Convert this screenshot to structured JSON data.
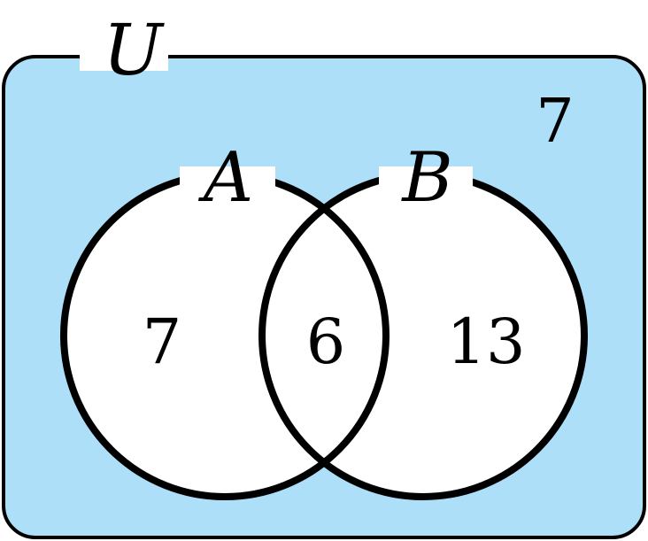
{
  "universe": {
    "label": "U",
    "outside_value": "7",
    "fill_color": "#addff8",
    "stroke_color": "#000000"
  },
  "sets": {
    "a": {
      "label": "A",
      "only_value": "7"
    },
    "b": {
      "label": "B",
      "only_value": "13"
    },
    "intersection_value": "6"
  },
  "colors": {
    "circle_fill": "#ffffff",
    "circle_stroke": "#000000"
  }
}
